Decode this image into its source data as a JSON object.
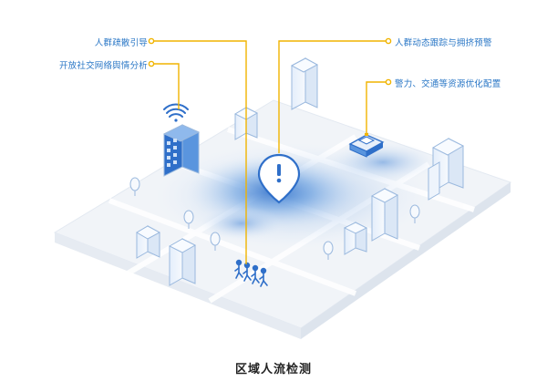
{
  "labels": {
    "crowd_guidance": "人群疏散引导",
    "social_sentiment": "开放社交网络舆情分析",
    "crowd_tracking": "人群动态跟踪与拥挤预警",
    "resource_optimization": "警力、交通等资源优化配置"
  },
  "caption": "区域人流检测",
  "colors": {
    "leader_line": "#f1b400",
    "label_text": "#2a77c6",
    "heat_core": "#2f6fc9",
    "building": "#e9f1fb",
    "building_stroke": "#9bb9de",
    "ground": "#f2f5f9"
  },
  "icons": [
    "wifi-icon",
    "alert-pin-icon",
    "police-car-icon",
    "pedestrians-icon",
    "tree-icon"
  ]
}
